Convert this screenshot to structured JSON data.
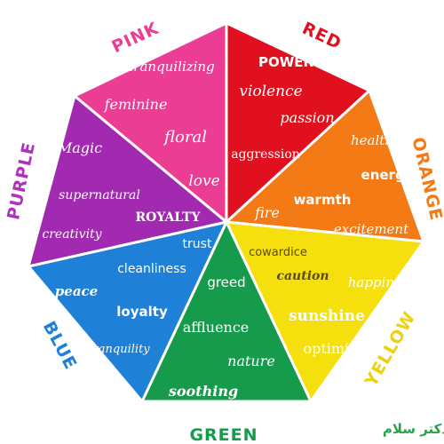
{
  "segments": [
    {
      "label": "RED",
      "color": "#e0101e",
      "label_color": "#e0101e",
      "words": [
        "POWER",
        "violence",
        "passion",
        "aggression"
      ]
    },
    {
      "label": "ORANGE",
      "color": "#f47a16",
      "label_color": "#f47a16",
      "words": [
        "health",
        "energy",
        "warmth",
        "fire",
        "excitement"
      ]
    },
    {
      "label": "YELLOW",
      "color": "#f5df0c",
      "label_color": "#f0cf10",
      "words": [
        "cowardice",
        "caution",
        "happiness",
        "sunshine",
        "optimism"
      ]
    },
    {
      "label": "GREEN",
      "color": "#169a4c",
      "label_color": "#169a4c",
      "words": [
        "greed",
        "affluence",
        "nature",
        "soothing"
      ]
    },
    {
      "label": "BLUE",
      "color": "#1f80d8",
      "label_color": "#1f80d8",
      "words": [
        "trust",
        "cleanliness",
        "peace",
        "loyalty",
        "tranquility"
      ]
    },
    {
      "label": "PURPLE",
      "color": "#a12ab0",
      "label_color": "#b030c0",
      "words": [
        "Magic",
        "supernatural",
        "ROYALTY",
        "creativity"
      ]
    },
    {
      "label": "PINK",
      "color": "#ec3d94",
      "label_color": "#ec3d94",
      "words": [
        "tranquilizing",
        "feminine",
        "floral",
        "love"
      ]
    }
  ],
  "divider_color": "#ffffff",
  "logo": {
    "text": "دکتر سلام",
    "color": "#2aa14a"
  }
}
